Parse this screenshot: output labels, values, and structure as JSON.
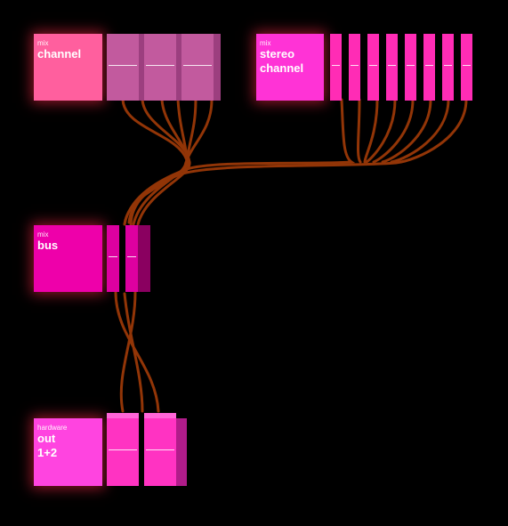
{
  "nodes": {
    "mix_channel": {
      "category": "mix",
      "name": [
        "channel"
      ]
    },
    "stereo_channel": {
      "category": "mix",
      "name": [
        "stereo",
        "channel"
      ]
    },
    "mix_bus": {
      "category": "mix",
      "name": [
        "bus"
      ]
    },
    "hardware_out": {
      "category": "hardware",
      "name": [
        "out",
        "1+2"
      ]
    }
  },
  "colors": {
    "background": "#000000",
    "channel": "#ff5f9e",
    "channel_port": "#c25a9e",
    "stereo": "#ff33d6",
    "stereo_port": "#ff2cb5",
    "bus": "#ee00aa",
    "out": "#ff44e0",
    "cable": "#9a3808"
  }
}
